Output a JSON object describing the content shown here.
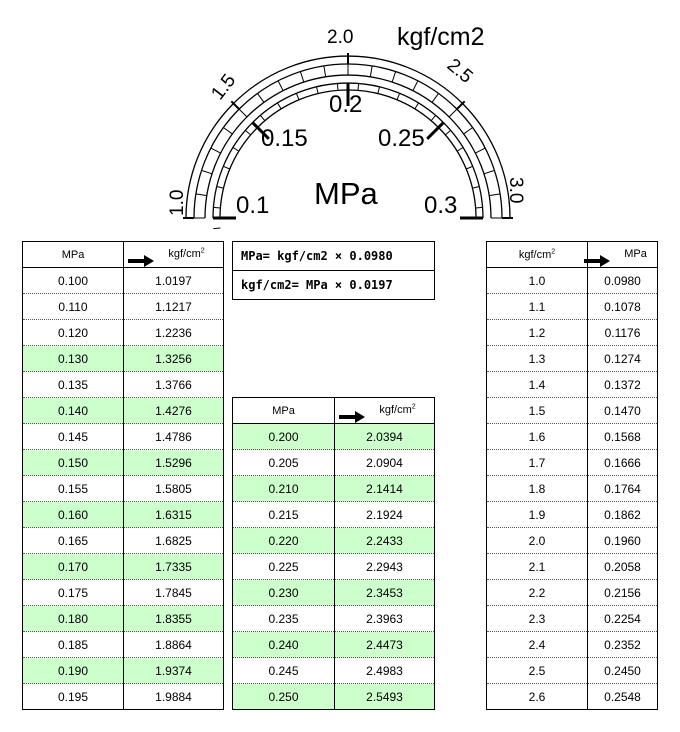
{
  "gauge": {
    "outer_unit": "kgf/cm2",
    "inner_unit": "MPa",
    "outer_labels": [
      "1.0",
      "1.5",
      "2.0",
      "2.5",
      "3.0"
    ],
    "inner_labels": [
      "0.1",
      "0.15",
      "0.2",
      "0.25",
      "0.3"
    ]
  },
  "left_table": {
    "header_from": "MPa",
    "header_to": "kgf/cm",
    "header_sup": "2",
    "rows": [
      {
        "a": "0.100",
        "b": "1.0197",
        "hl": false
      },
      {
        "a": "0.110",
        "b": "1.1217",
        "hl": false
      },
      {
        "a": "0.120",
        "b": "1.2236",
        "hl": false
      },
      {
        "a": "0.130",
        "b": "1.3256",
        "hl": true
      },
      {
        "a": "0.135",
        "b": "1.3766",
        "hl": false
      },
      {
        "a": "0.140",
        "b": "1.4276",
        "hl": true
      },
      {
        "a": "0.145",
        "b": "1.4786",
        "hl": false
      },
      {
        "a": "0.150",
        "b": "1.5296",
        "hl": true
      },
      {
        "a": "0.155",
        "b": "1.5805",
        "hl": false
      },
      {
        "a": "0.160",
        "b": "1.6315",
        "hl": true
      },
      {
        "a": "0.165",
        "b": "1.6825",
        "hl": false
      },
      {
        "a": "0.170",
        "b": "1.7335",
        "hl": true
      },
      {
        "a": "0.175",
        "b": "1.7845",
        "hl": false
      },
      {
        "a": "0.180",
        "b": "1.8355",
        "hl": true
      },
      {
        "a": "0.185",
        "b": "1.8864",
        "hl": false
      },
      {
        "a": "0.190",
        "b": "1.9374",
        "hl": true
      },
      {
        "a": "0.195",
        "b": "1.9884",
        "hl": false
      }
    ]
  },
  "formulas": {
    "line1": "MPa= kgf/cm2 × 0.0980",
    "line2": "kgf/cm2= MPa × 0.0197"
  },
  "middle_table": {
    "header_from": "MPa",
    "header_to": "kgf/cm",
    "header_sup": "2",
    "rows": [
      {
        "a": "0.200",
        "b": "2.0394",
        "hl": true
      },
      {
        "a": "0.205",
        "b": "2.0904",
        "hl": false
      },
      {
        "a": "0.210",
        "b": "2.1414",
        "hl": true
      },
      {
        "a": "0.215",
        "b": "2.1924",
        "hl": false
      },
      {
        "a": "0.220",
        "b": "2.2433",
        "hl": true
      },
      {
        "a": "0.225",
        "b": "2.2943",
        "hl": false
      },
      {
        "a": "0.230",
        "b": "2.3453",
        "hl": true
      },
      {
        "a": "0.235",
        "b": "2.3963",
        "hl": false
      },
      {
        "a": "0.240",
        "b": "2.4473",
        "hl": true
      },
      {
        "a": "0.245",
        "b": "2.4983",
        "hl": false
      },
      {
        "a": "0.250",
        "b": "2.5493",
        "hl": true
      }
    ]
  },
  "right_table": {
    "header_from": "kgf/cm",
    "header_sup": "2",
    "header_to": "MPa",
    "rows": [
      {
        "a": "1.0",
        "b": "0.0980",
        "hl": false
      },
      {
        "a": "1.1",
        "b": "0.1078",
        "hl": false
      },
      {
        "a": "1.2",
        "b": "0.1176",
        "hl": false
      },
      {
        "a": "1.3",
        "b": "0.1274",
        "hl": false
      },
      {
        "a": "1.4",
        "b": "0.1372",
        "hl": false
      },
      {
        "a": "1.5",
        "b": "0.1470",
        "hl": false
      },
      {
        "a": "1.6",
        "b": "0.1568",
        "hl": false
      },
      {
        "a": "1.7",
        "b": "0.1666",
        "hl": false
      },
      {
        "a": "1.8",
        "b": "0.1764",
        "hl": false
      },
      {
        "a": "1.9",
        "b": "0.1862",
        "hl": false
      },
      {
        "a": "2.0",
        "b": "0.1960",
        "hl": false
      },
      {
        "a": "2.1",
        "b": "0.2058",
        "hl": false
      },
      {
        "a": "2.2",
        "b": "0.2156",
        "hl": false
      },
      {
        "a": "2.3",
        "b": "0.2254",
        "hl": false
      },
      {
        "a": "2.4",
        "b": "0.2352",
        "hl": false
      },
      {
        "a": "2.5",
        "b": "0.2450",
        "hl": false
      },
      {
        "a": "2.6",
        "b": "0.2548",
        "hl": false
      }
    ]
  },
  "colors": {
    "highlight": "#ccffcc"
  }
}
